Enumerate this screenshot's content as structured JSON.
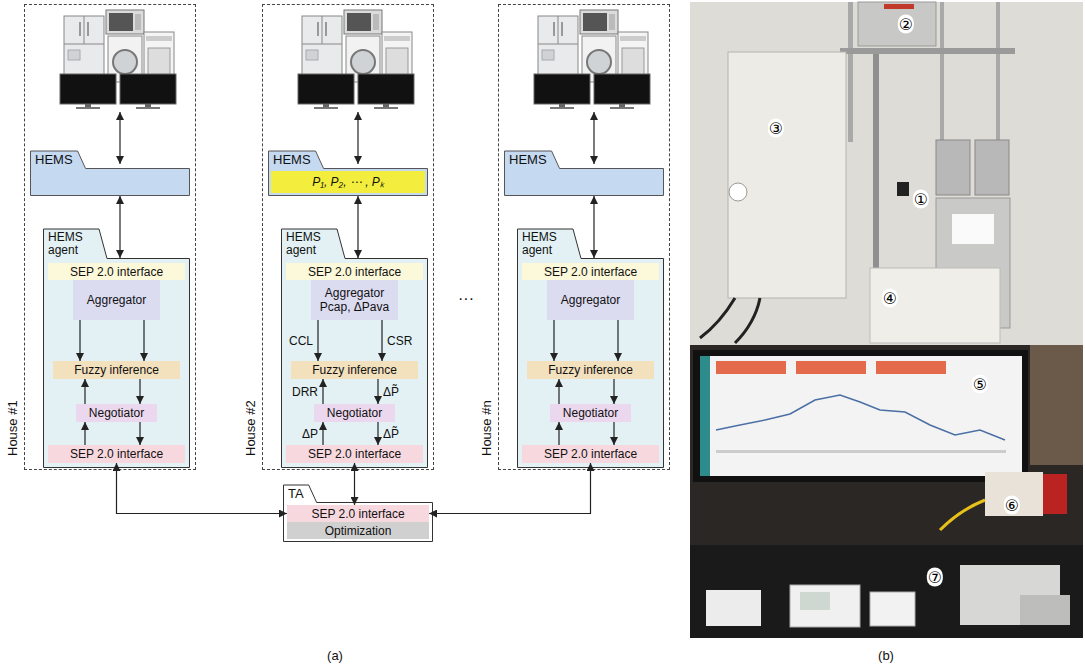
{
  "diagram": {
    "nodes": [
      {
        "text": [
          "House #1"
        ]
      },
      {
        "text": [
          "HEMS"
        ],
        "in": 0
      },
      {
        "text": [
          "HEMS agent"
        ],
        "in": 0
      },
      {
        "text": [
          "SEP 2.0 interface"
        ],
        "in": 2
      },
      {
        "text": [
          "Aggregator"
        ],
        "in": 2
      },
      {
        "text": [
          "Fuzzy inference"
        ],
        "in": 2
      },
      {
        "text": [
          "Negotiator"
        ],
        "in": 2
      },
      {
        "text": [
          "SEP 2.0 interface"
        ],
        "in": 2
      },
      {
        "text": [
          "House #2"
        ]
      },
      {
        "text": [
          "HEMS"
        ],
        "in": 8
      },
      {
        "text": [
          "P₁, P₂, ⋯ , Pₖ"
        ],
        "in": 9
      },
      {
        "text": [
          "HEMS agent"
        ],
        "in": 8
      },
      {
        "text": [
          "SEP 2.0 interface"
        ],
        "in": 11
      },
      {
        "text": [
          "Aggregator",
          "Pcap, ΔPava"
        ],
        "in": 11
      },
      {
        "text": [
          "Fuzzy inference"
        ],
        "in": 11
      },
      {
        "text": [
          "Negotiator"
        ],
        "in": 11
      },
      {
        "text": [
          "SEP 2.0 interface"
        ],
        "in": 11
      },
      {
        "text": [
          "House #n"
        ]
      },
      {
        "text": [
          "HEMS"
        ],
        "in": 17
      },
      {
        "text": [
          "HEMS agent"
        ],
        "in": 17
      },
      {
        "text": [
          "SEP 2.0 interface"
        ],
        "in": 19
      },
      {
        "text": [
          "Aggregator"
        ],
        "in": 19
      },
      {
        "text": [
          "Fuzzy inference"
        ],
        "in": 19
      },
      {
        "text": [
          "Negotiator"
        ],
        "in": 19
      },
      {
        "text": [
          "SEP 2.0 interface"
        ],
        "in": 19
      },
      {
        "text": [
          "TA"
        ]
      },
      {
        "text": [
          "SEP 2.0 interface"
        ],
        "in": 25
      },
      {
        "text": [
          "Optimization"
        ],
        "in": 25
      }
    ],
    "edges": [
      {
        "from": 1,
        "to": 2,
        "arrow": "both"
      },
      {
        "from": 4,
        "to": 5,
        "arrow": "to"
      },
      {
        "from": 4,
        "to": 5,
        "arrow": "to"
      },
      {
        "from": 6,
        "to": 5,
        "arrow": "to"
      },
      {
        "from": 5,
        "to": 6,
        "arrow": "to"
      },
      {
        "from": 7,
        "to": 6,
        "arrow": "to"
      },
      {
        "from": 6,
        "to": 7,
        "arrow": "to"
      },
      {
        "from": 7,
        "to": 26,
        "arrow": "both"
      },
      {
        "from": 9,
        "to": 11,
        "arrow": "both"
      },
      {
        "from": 13,
        "to": 14,
        "arrow": "to",
        "label": "CCL"
      },
      {
        "from": 13,
        "to": 14,
        "arrow": "to",
        "label": "CSR"
      },
      {
        "from": 15,
        "to": 14,
        "arrow": "to",
        "label": "DRR"
      },
      {
        "from": 14,
        "to": 15,
        "arrow": "to",
        "label": "ΔP̃"
      },
      {
        "from": 16,
        "to": 15,
        "arrow": "to",
        "label": "ΔP"
      },
      {
        "from": 15,
        "to": 16,
        "arrow": "to",
        "label": "ΔP̃"
      },
      {
        "from": 16,
        "to": 26,
        "arrow": "both"
      },
      {
        "from": 18,
        "to": 19,
        "arrow": "both"
      },
      {
        "from": 21,
        "to": 22,
        "arrow": "to"
      },
      {
        "from": 21,
        "to": 22,
        "arrow": "to"
      },
      {
        "from": 23,
        "to": 22,
        "arrow": "to"
      },
      {
        "from": 22,
        "to": 23,
        "arrow": "to"
      },
      {
        "from": 24,
        "to": 23,
        "arrow": "to"
      },
      {
        "from": 23,
        "to": 24,
        "arrow": "to"
      },
      {
        "from": 24,
        "to": 26,
        "arrow": "both"
      }
    ],
    "labels": [
      "···",
      "①",
      "②",
      "③",
      "④",
      "⑤",
      "⑥",
      "⑦",
      "(a)",
      "(b)"
    ]
  }
}
